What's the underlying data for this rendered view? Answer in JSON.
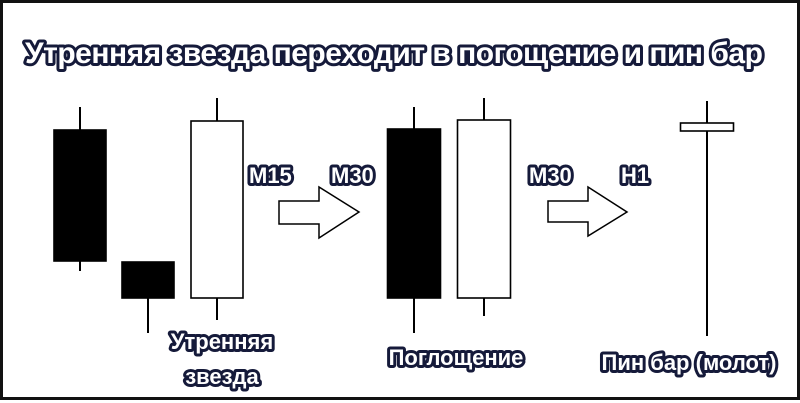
{
  "title": "Утренняя звезда переходит в погощение и пин бар",
  "colors": {
    "bearish": "#000000",
    "bullish": "#ffffff",
    "outline": "#000000",
    "label_fill": "#ffffff",
    "label_outline": "#151a3a"
  },
  "transitions": [
    {
      "from": "M15",
      "to": "M30"
    },
    {
      "from": "M30",
      "to": "H1"
    }
  ],
  "patterns": [
    {
      "caption_lines": [
        "Утренняя",
        "звезда"
      ],
      "candles": [
        {
          "direction": "bearish",
          "open": 127,
          "close": 258,
          "high": 104,
          "low": 268
        },
        {
          "direction": "bearish",
          "open": 259,
          "close": 295,
          "high": 259,
          "low": 330
        },
        {
          "direction": "bullish",
          "open": 295,
          "close": 118,
          "high": 95,
          "low": 317
        }
      ]
    },
    {
      "caption_lines": [
        "Поглощение"
      ],
      "candles": [
        {
          "direction": "bearish",
          "open": 126,
          "close": 295,
          "high": 104,
          "low": 330
        },
        {
          "direction": "bullish",
          "open": 295,
          "close": 117,
          "high": 95,
          "low": 313
        }
      ]
    },
    {
      "caption_lines": [
        "Пин бар (молот)"
      ],
      "candles": [
        {
          "direction": "bullish",
          "open": 128,
          "close": 120,
          "high": 98,
          "low": 333
        }
      ]
    }
  ]
}
